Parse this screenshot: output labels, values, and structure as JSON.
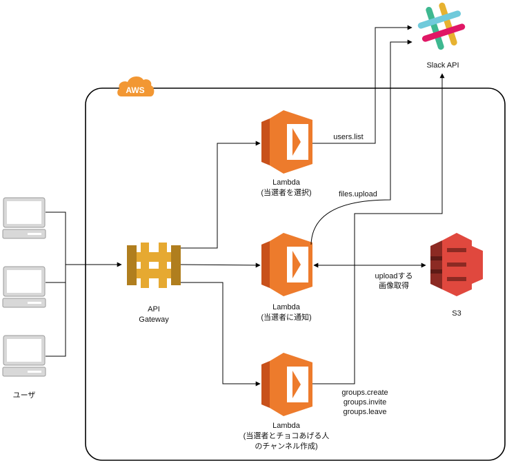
{
  "aws_badge": "AWS",
  "slack": {
    "label": "Slack API"
  },
  "s3": {
    "label": "S3"
  },
  "api_gateway": {
    "line1": "API",
    "line2": "Gateway"
  },
  "user": {
    "label": "ユーザ"
  },
  "lambdas": [
    {
      "line1": "Lambda",
      "line2": "(当選者を選択)"
    },
    {
      "line1": "Lambda",
      "line2": "(当選者に通知)"
    },
    {
      "line1": "Lambda",
      "line2": "(当選者とチョコあげる人",
      "line3": "のチャンネル作成)"
    }
  ],
  "edge_labels": {
    "users_list": "users.list",
    "files_upload": "files.upload",
    "s3_link_1": "uploadする",
    "s3_link_2": "画像取得",
    "groups_1": "groups.create",
    "groups_2": "groups.invite",
    "groups_3": "groups.leave"
  },
  "colors": {
    "lambda": "#ED7B2C",
    "lambda_dark": "#C8511B",
    "api_gateway": "#E6A931",
    "api_gateway_dark": "#B07E1E",
    "s3": "#E0483E",
    "s3_dark": "#8C2A23",
    "aws_badge": "#F29733",
    "slack_blue": "#70CADB",
    "slack_green": "#3EB890",
    "slack_yellow": "#E7B230",
    "slack_red": "#E01765"
  }
}
